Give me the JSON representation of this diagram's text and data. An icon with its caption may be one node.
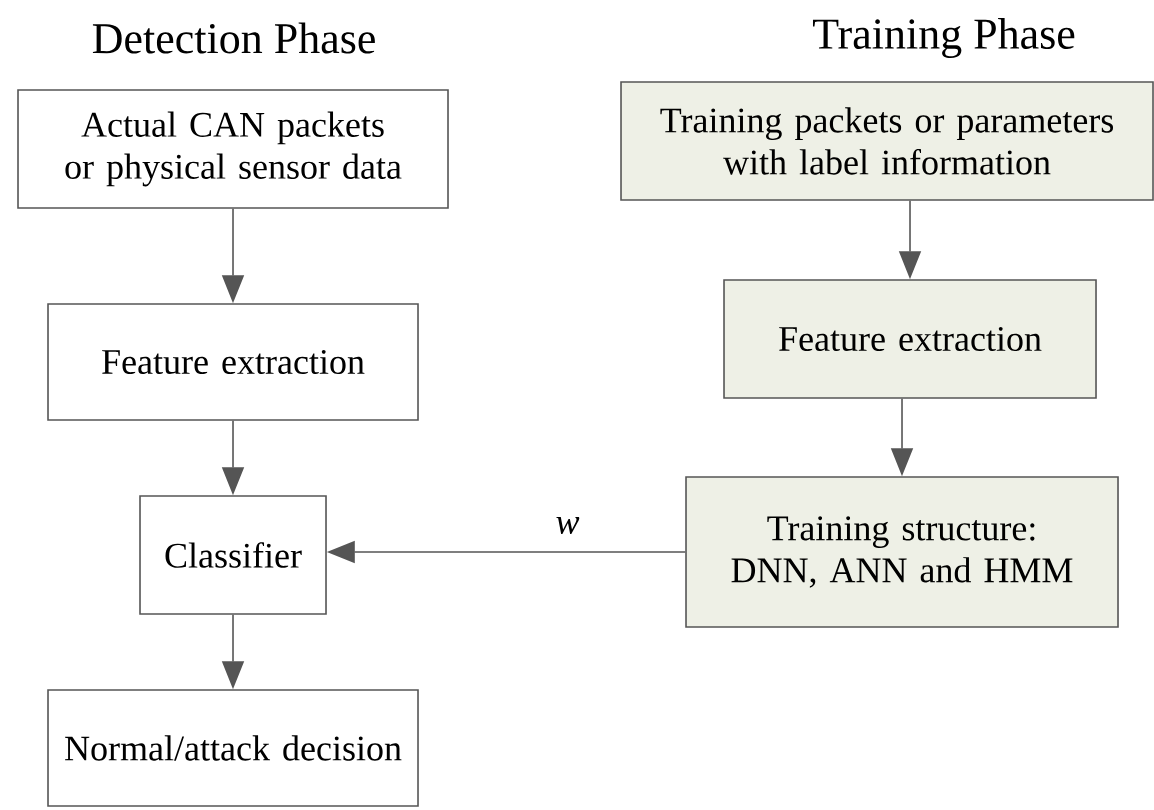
{
  "diagram": {
    "nodes": [
      {
        "text": [
          "Actual CAN packets or physical sensor data"
        ]
      },
      {
        "text": [
          "Feature extraction"
        ]
      },
      {
        "text": [
          "Classifier"
        ]
      },
      {
        "text": [
          "Normal/attack decision"
        ]
      },
      {
        "text": [
          "Training packets or parameters with label information"
        ]
      },
      {
        "text": [
          "Feature extraction"
        ]
      },
      {
        "text": [
          "Training structure: DNN, ANN and HMM"
        ]
      }
    ],
    "edges": [
      {
        "from": 0,
        "to": 1,
        "arrow": "to"
      },
      {
        "from": 1,
        "to": 2,
        "arrow": "to"
      },
      {
        "from": 2,
        "to": 3,
        "arrow": "to"
      },
      {
        "from": 4,
        "to": 5,
        "arrow": "to"
      },
      {
        "from": 5,
        "to": 6,
        "arrow": "to"
      },
      {
        "from": 6,
        "to": 2,
        "arrow": "to",
        "label": "w"
      }
    ],
    "labels": [
      "Detection Phase",
      "Training Phase"
    ]
  }
}
